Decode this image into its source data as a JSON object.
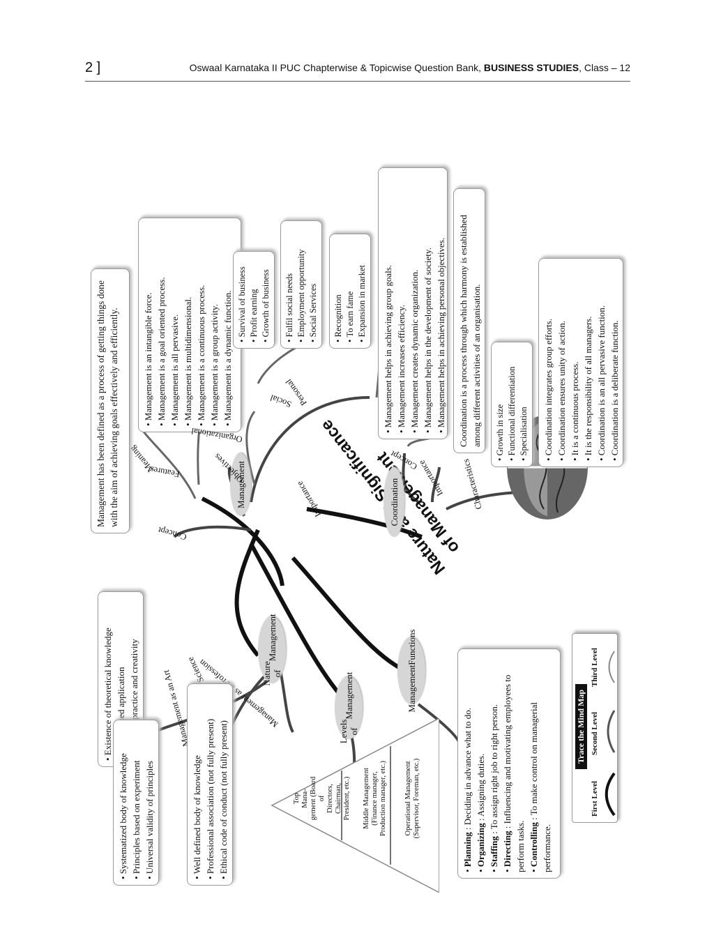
{
  "header": {
    "page_number": "2 ]",
    "running_head_prefix": "Oswaal Karnataka II PUC Chapterwise & Topicwise Question Bank, ",
    "running_head_bold": "BUSINESS STUDIES",
    "running_head_suffix": ", Class – 12"
  },
  "center": {
    "title_line1": "Nature and Significance",
    "title_line2": "of Management"
  },
  "management": {
    "node": "Management",
    "concept_label": "Concept",
    "meaning_label": "Meaning",
    "meaning_text": "Management has been defined as a process of getting things done with the aim of achieving goals effectively and efficiently.",
    "features_label": "Features",
    "features": [
      "Management is an intangible force.",
      "Management is a goal oriented process.",
      "Management is all pervasive.",
      "Management is multidimensional.",
      "Management is a continuous process.",
      "Management is a group activity.",
      "Management is a dynamic function."
    ],
    "objectives_label": "Objectives",
    "organizational_label": "Organizational",
    "organizational": [
      "Survival of business",
      "Profit earning",
      "Growth of business"
    ],
    "social_label": "Social",
    "social": [
      "Fulfil social needs",
      "Employment opportunity",
      "Social Services"
    ],
    "personal_label": "Personal",
    "personal": [
      "Recognition",
      "To earn fame",
      "Expansion in market"
    ],
    "importance_label": "Importance",
    "importance": [
      "Management helps in achieving group goals.",
      "Management increases efficiency.",
      "Management creates dynamic organization.",
      "Management helps in the development of society.",
      "Management helps in achieving personal objectives."
    ]
  },
  "coordination": {
    "node": "Coordination",
    "concept_label": "Concept",
    "concept_text": "Coordination is a process through which harmony is established among different activities of an organisation.",
    "importance_label": "Importance",
    "importance": [
      "Growth in size",
      "Functional differentiation",
      "Specialisation"
    ],
    "characteristics_label": "Characteristics",
    "characteristics": [
      "Coordination integrates group efforts.",
      "Coordination ensures unity of action.",
      "It is a continuous process.",
      "It is the responsibility of all managers.",
      "Coordination is an all pervasive function.",
      "Coordination is a deliberate function."
    ]
  },
  "nature": {
    "node_line1": "Nature of",
    "node_line2": "Management",
    "art_label": "Management as an Art",
    "art": [
      "Existence of theoretical knowledge",
      "Personalised application",
      "Based on practice and creativity"
    ],
    "science_label": "Management as a Science",
    "science": [
      "Systematized body of knowledge",
      "Principles based on experiment",
      "Universal validity of principles"
    ],
    "profession_label_line1": "Management as",
    "profession_label_line2": "a Profession",
    "profession": [
      "Well defined body of knowledge",
      "Professional association (not fully present)",
      "Ethical code of conduct (not fully present)"
    ]
  },
  "levels": {
    "node_line1": "Levels of",
    "node_line2": "Management",
    "top": [
      "Top",
      "Mana-",
      "gement",
      "(Board of",
      "Directors,",
      "Chairman,",
      "President, etc.)"
    ],
    "middle": [
      "Middle Management",
      "(Finance manager,",
      "Production manager, etc.)"
    ],
    "operational": [
      "Operational Management",
      "(Supervisor, Foreman, etc.)"
    ]
  },
  "functions": {
    "node_line1": "Management",
    "node_line2": "Functions",
    "items": [
      {
        "term": "Planning",
        "text": " : Deciding in advance what to do."
      },
      {
        "term": "Organizing",
        "text": " : Assigning duties."
      },
      {
        "term": "Staffing",
        "text": " : To assign right job to right person."
      },
      {
        "term": "Directing",
        "text": " : Influencing and motivating employees to perform tasks."
      },
      {
        "term": "Controlling",
        "text": " : To make control on managerial performance."
      }
    ]
  },
  "legend": {
    "title": "Trace the  Mind Map",
    "first": "First Level",
    "second": "Second Level",
    "third": "Third Level"
  }
}
